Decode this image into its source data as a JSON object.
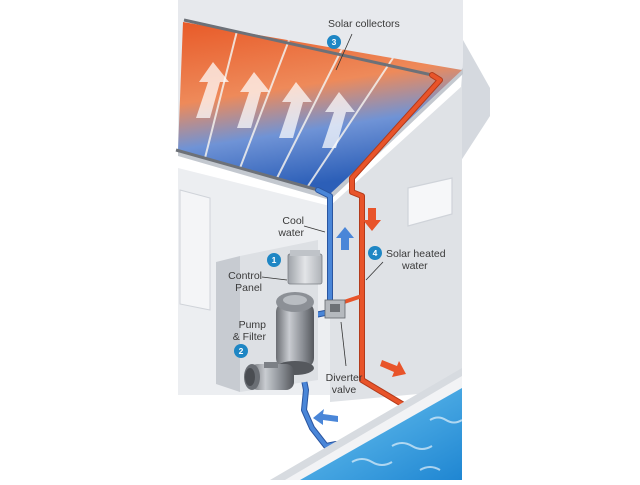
{
  "colors": {
    "hot_pipe": "#e8542a",
    "cool_pipe": "#3f78c8",
    "badge": "#1e86c4",
    "pool_water": "#3aa7e6",
    "roof": "#eceef2",
    "wall": "#e9ebee"
  },
  "callouts": [
    {
      "number": "1",
      "label_lines": [
        "Control",
        "Panel"
      ]
    },
    {
      "number": "2",
      "label_lines": [
        "Pump",
        "& Filter"
      ]
    },
    {
      "number": "3",
      "label_lines": [
        "Solar collectors"
      ]
    },
    {
      "number": "4",
      "label_lines": [
        "Solar heated",
        "water"
      ]
    }
  ],
  "labels": {
    "cool_water": [
      "Cool",
      "water"
    ],
    "diverter_valve": [
      "Diverter",
      "valve"
    ]
  }
}
